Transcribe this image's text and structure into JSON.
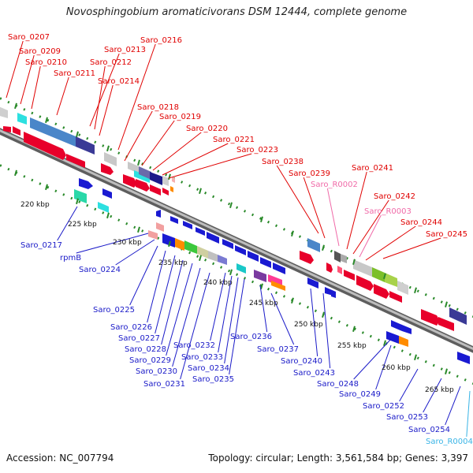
{
  "title": "Novosphingobium aromaticivorans DSM 12444, complete genome",
  "footer": {
    "accession": "Accession: NC_007794",
    "topology": "Topology: circular; Length: 3,561,584 bp; Genes: 3,397"
  },
  "colors": {
    "top_label": "#e00000",
    "bottom_label": "#1a1ac8",
    "rna_label": "#f06aa8",
    "trna_label": "#39b4e6",
    "backbone": "#888888",
    "tick": "#2a8a2a"
  },
  "kbp_labels": [
    "220 kbp",
    "225 kbp",
    "230 kbp",
    "235 kbp",
    "240 kbp",
    "245 kbp",
    "250 kbp",
    "255 kbp",
    "260 kbp",
    "265 kbp"
  ],
  "top_labels": [
    "Saro_0207",
    "Saro_0209",
    "Saro_0210",
    "Saro_0211",
    "Saro_0216",
    "Saro_0213",
    "Saro_0212",
    "Saro_0214",
    "Saro_0218",
    "Saro_0219",
    "Saro_0220",
    "Saro_0221",
    "Saro_0223",
    "Saro_0238",
    "Saro_0239",
    "Saro_R0002",
    "Saro_0241",
    "Saro_0242",
    "Saro_R0003",
    "Saro_0244",
    "Saro_0245"
  ],
  "bottom_labels": [
    "Saro_0217",
    "rpmB",
    "Saro_0224",
    "Saro_0225",
    "Saro_0226",
    "Saro_0227",
    "Saro_0228",
    "Saro_0229",
    "Saro_0230",
    "Saro_0231",
    "Saro_0232",
    "Saro_0233",
    "Saro_0234",
    "Saro_0235",
    "Saro_0236",
    "Saro_0237",
    "Saro_0240",
    "Saro_0243",
    "Saro_0248",
    "Saro_0249",
    "Saro_0252",
    "Saro_0253",
    "Saro_0254",
    "Saro_R0004"
  ]
}
